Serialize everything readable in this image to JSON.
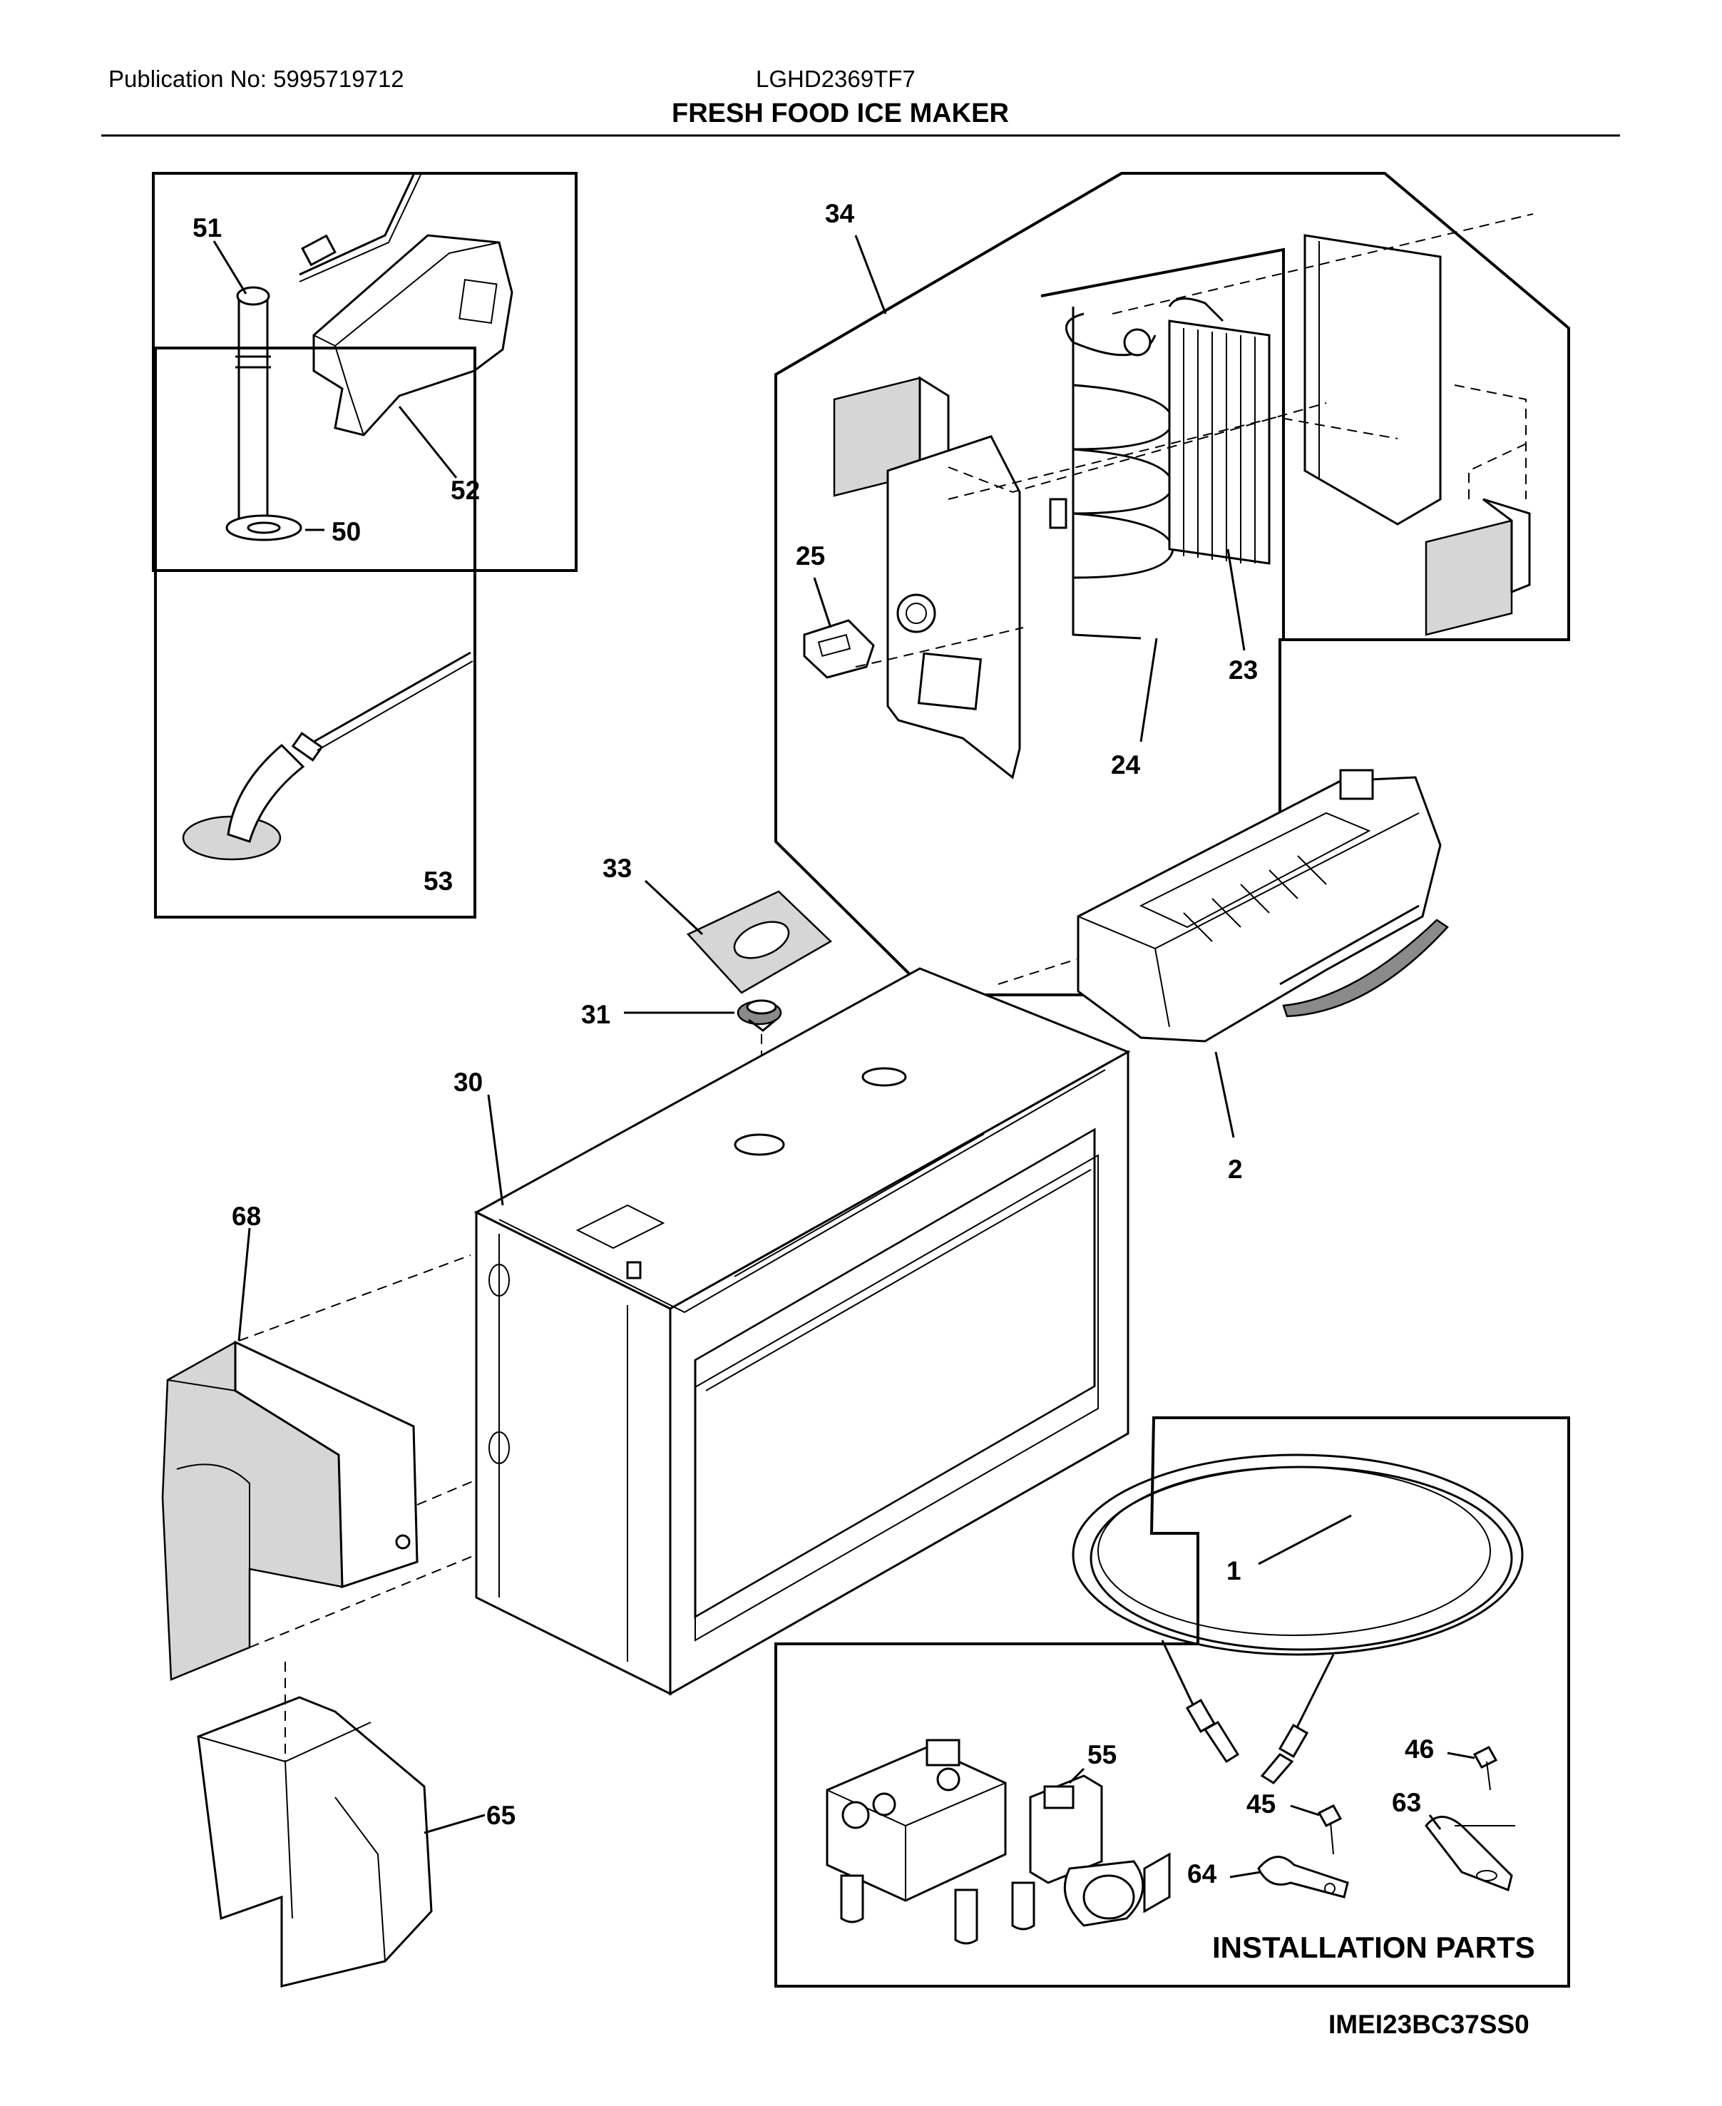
{
  "header": {
    "publication": "Publication No: 5995719712",
    "model": "LGHD2369TF7",
    "title": "FRESH FOOD ICE MAKER"
  },
  "callouts": {
    "p1": "1",
    "p2": "2",
    "p23": "23",
    "p24": "24",
    "p25": "25",
    "p30": "30",
    "p31": "31",
    "p33": "33",
    "p34": "34",
    "p45": "45",
    "p46": "46",
    "p50": "50",
    "p51": "51",
    "p52": "52",
    "p53": "53",
    "p55": "55",
    "p63": "63",
    "p64": "64",
    "p65": "65",
    "p68": "68"
  },
  "installation_label": "INSTALLATION PARTS",
  "diagram_code": "IMEI23BC37SS0"
}
